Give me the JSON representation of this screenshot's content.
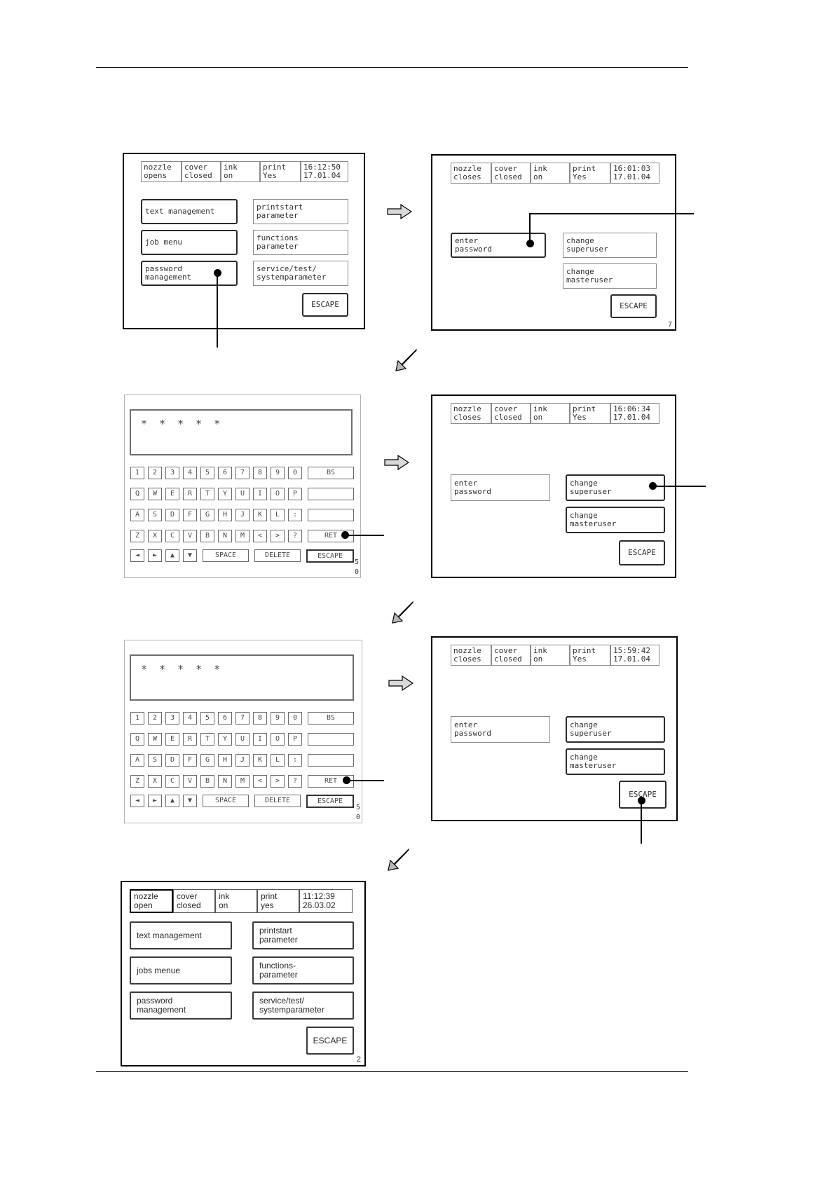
{
  "panels": {
    "main_menu_lcd": {
      "name": "main-menu-screen",
      "page_number": "",
      "status": [
        {
          "l1": "nozzle",
          "l2": "opens"
        },
        {
          "l1": "cover",
          "l2": "closed"
        },
        {
          "l1": "ink",
          "l2": "on"
        },
        {
          "l1": "print",
          "l2": "Yes"
        },
        {
          "l1": "16:12:50",
          "l2": "17.01.04"
        }
      ],
      "buttons": {
        "text_management": {
          "l1": "text management",
          "l2": ""
        },
        "printstart_parameter": {
          "l1": "printstart",
          "l2": "parameter"
        },
        "job_menu": {
          "l1": "job menu",
          "l2": ""
        },
        "functions_parameter": {
          "l1": "functions",
          "l2": "parameter"
        },
        "password_management": {
          "l1": "password",
          "l2": "management"
        },
        "service_test": {
          "l1": "service/test/",
          "l2": "systemparameter"
        },
        "escape": {
          "l1": "ESCAPE",
          "l2": ""
        }
      }
    },
    "password_menu_1": {
      "name": "password-management-screen-1",
      "page_number": "7",
      "status": [
        {
          "l1": "nozzle",
          "l2": "closes"
        },
        {
          "l1": "cover",
          "l2": "closed"
        },
        {
          "l1": "ink",
          "l2": "on"
        },
        {
          "l1": "print",
          "l2": "Yes"
        },
        {
          "l1": "16:01:03",
          "l2": "17.01.04"
        }
      ],
      "buttons": {
        "enter_password": {
          "l1": "enter",
          "l2": "password"
        },
        "change_superuser": {
          "l1": "change",
          "l2": "superuser"
        },
        "change_masteruser": {
          "l1": "change",
          "l2": "masteruser"
        },
        "escape": {
          "l1": "ESCAPE",
          "l2": ""
        }
      }
    },
    "keyboard_1": {
      "name": "password-keyboard-screen-1",
      "page_number_top": "5",
      "page_number_bottom": "0",
      "display_value": "* * * * *",
      "rows": [
        [
          "1",
          "2",
          "3",
          "4",
          "5",
          "6",
          "7",
          "8",
          "9",
          "0"
        ],
        [
          "Q",
          "W",
          "E",
          "R",
          "T",
          "Y",
          "U",
          "I",
          "O",
          "P"
        ],
        [
          "A",
          "S",
          "D",
          "F",
          "G",
          "H",
          "J",
          "K",
          "L",
          ":"
        ],
        [
          "Z",
          "X",
          "C",
          "V",
          "B",
          "N",
          "M",
          "<",
          ">",
          "?"
        ]
      ],
      "side_keys": [
        "BS",
        "",
        "",
        "RET"
      ],
      "bottom_keys": {
        "arrow_left": "◄",
        "arrow_right": "►",
        "arrow_up": "▲",
        "arrow_down": "▼",
        "space": "SPACE",
        "delete": "DELETE",
        "escape": "ESCAPE"
      }
    },
    "password_menu_2": {
      "name": "password-management-screen-2",
      "page_number": "",
      "status": [
        {
          "l1": "nozzle",
          "l2": "closes"
        },
        {
          "l1": "cover",
          "l2": "closed"
        },
        {
          "l1": "ink",
          "l2": "on"
        },
        {
          "l1": "print",
          "l2": "Yes"
        },
        {
          "l1": "16:06:34",
          "l2": "17.01.04"
        }
      ],
      "buttons": {
        "enter_password": {
          "l1": "enter",
          "l2": "password"
        },
        "change_superuser": {
          "l1": "change",
          "l2": "superuser"
        },
        "change_masteruser": {
          "l1": "change",
          "l2": "masteruser"
        },
        "escape": {
          "l1": "ESCAPE",
          "l2": ""
        }
      }
    },
    "keyboard_2": {
      "name": "password-keyboard-screen-2",
      "page_number_top": "5",
      "page_number_bottom": "0",
      "display_value": "* * * * *",
      "rows": [
        [
          "1",
          "2",
          "3",
          "4",
          "5",
          "6",
          "7",
          "8",
          "9",
          "0"
        ],
        [
          "Q",
          "W",
          "E",
          "R",
          "T",
          "Y",
          "U",
          "I",
          "O",
          "P"
        ],
        [
          "A",
          "S",
          "D",
          "F",
          "G",
          "H",
          "J",
          "K",
          "L",
          ":"
        ],
        [
          "Z",
          "X",
          "C",
          "V",
          "B",
          "N",
          "M",
          "<",
          ">",
          "?"
        ]
      ],
      "side_keys": [
        "BS",
        "",
        "",
        "RET"
      ],
      "bottom_keys": {
        "arrow_left": "◄",
        "arrow_right": "►",
        "arrow_up": "▲",
        "arrow_down": "▼",
        "space": "SPACE",
        "delete": "DELETE",
        "escape": "ESCAPE"
      }
    },
    "password_menu_3": {
      "name": "password-management-screen-3",
      "page_number": "",
      "status": [
        {
          "l1": "nozzle",
          "l2": "closes"
        },
        {
          "l1": "cover",
          "l2": "closed"
        },
        {
          "l1": "ink",
          "l2": "on"
        },
        {
          "l1": "print",
          "l2": "Yes"
        },
        {
          "l1": "15:59:42",
          "l2": "17.01.04"
        }
      ],
      "buttons": {
        "enter_password": {
          "l1": "enter",
          "l2": "password"
        },
        "change_superuser": {
          "l1": "change",
          "l2": "superuser"
        },
        "change_masteruser": {
          "l1": "change",
          "l2": "masteruser"
        },
        "escape": {
          "l1": "ESCAPE",
          "l2": ""
        }
      }
    },
    "main_menu_clean": {
      "name": "main-menu-screen-final",
      "page_number": "2",
      "status": [
        {
          "l1": "nozzle",
          "l2": "open"
        },
        {
          "l1": "cover",
          "l2": "closed"
        },
        {
          "l1": "ink",
          "l2": "on"
        },
        {
          "l1": "print",
          "l2": "yes"
        },
        {
          "l1": "11:12:39",
          "l2": "26.03.02"
        }
      ],
      "buttons": {
        "text_management": {
          "l1": "text management",
          "l2": ""
        },
        "printstart_parameter": {
          "l1": "printstart",
          "l2": "parameter"
        },
        "jobs_menue": {
          "l1": "jobs menue",
          "l2": ""
        },
        "functions_parameter": {
          "l1": "functions-",
          "l2": "parameter"
        },
        "password_management": {
          "l1": "password",
          "l2": "management"
        },
        "service_test": {
          "l1": "service/test/",
          "l2": "systemparameter"
        },
        "escape": {
          "l1": "ESCAPE",
          "l2": ""
        }
      }
    }
  },
  "colors": {
    "ink": "#000000",
    "lcd_text": "#3a3a3a",
    "key_border": "#6a6a6a",
    "arrow_fill": "#d9d9d9"
  }
}
